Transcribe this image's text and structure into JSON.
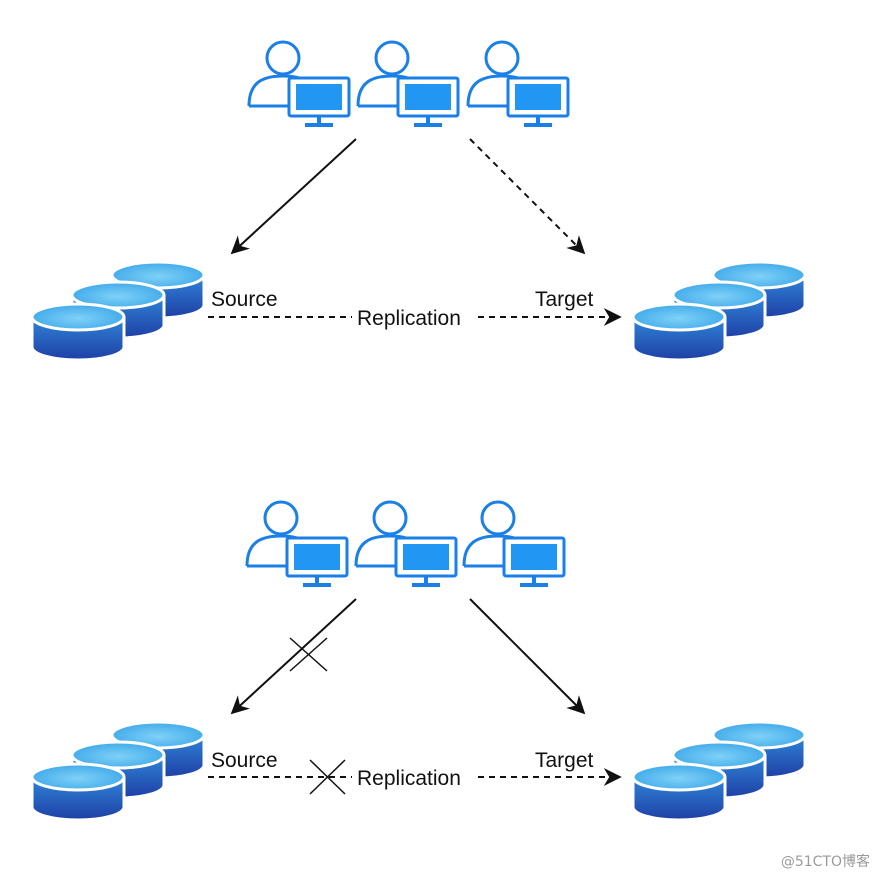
{
  "colors": {
    "icon_stroke": "#1a7fe6",
    "screen_fill": "#2196f3",
    "db_top": "#4fb8ef",
    "db_body_top": "#2f85d8",
    "db_body_bottom": "#1f3fa6",
    "arrow": "#111111"
  },
  "icons": {
    "user": "user-with-monitor-icon",
    "database": "database-cylinder-stack-icon",
    "failure": "x-mark-icon"
  },
  "scenarios": [
    {
      "source_label": "Source",
      "target_label": "Target",
      "link_label": "Replication",
      "users": 3,
      "source_write": "active",
      "target_write": "standby",
      "replication": "active"
    },
    {
      "source_label": "Source",
      "target_label": "Target",
      "link_label": "Replication",
      "users": 3,
      "source_write": "broken",
      "target_write": "active",
      "replication": "broken"
    }
  ],
  "watermark": "@51CTO博客"
}
